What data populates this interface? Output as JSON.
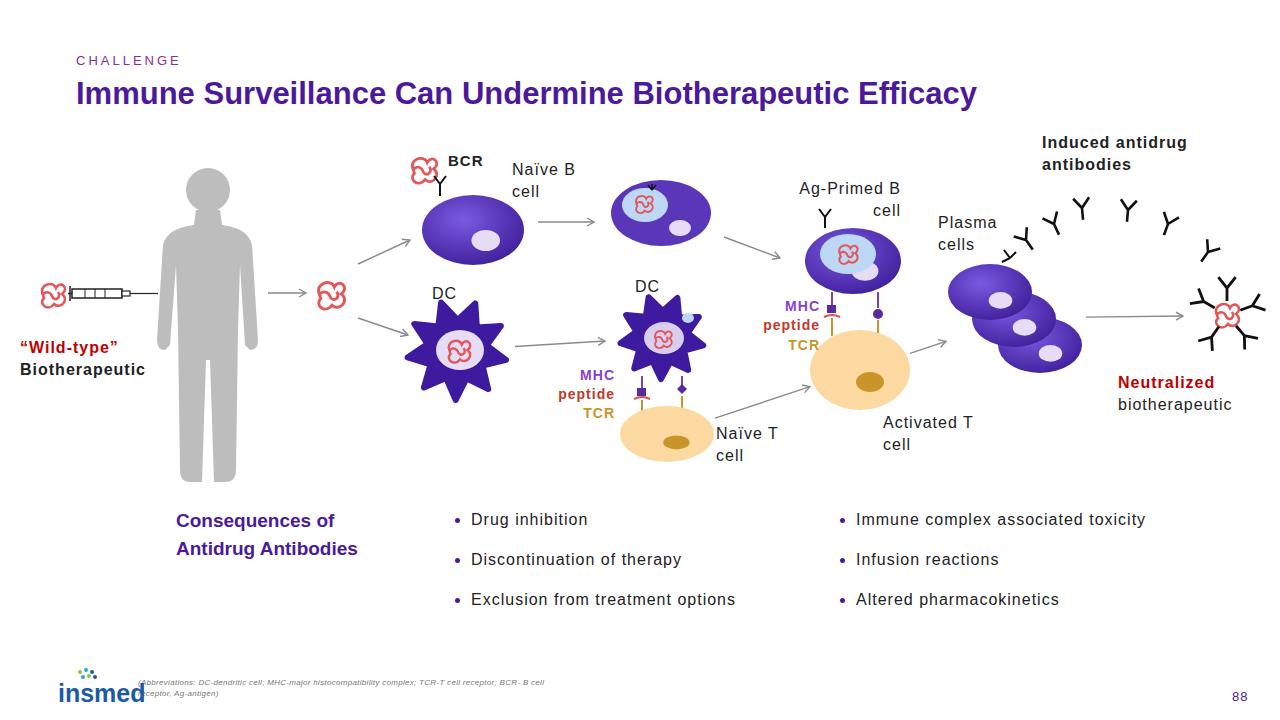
{
  "diagram": {
    "title": "Immune Surveillance Can Undermine Biotherapeutic Efficacy",
    "nodes": [
      {
        "text": [
          "“Wild-type”",
          "Biotherapeutic"
        ]
      },
      {
        "text": [
          "Naïve B cell"
        ]
      },
      {
        "text": [
          "DC"
        ]
      },
      {
        "text": [
          "DC"
        ]
      },
      {
        "text": [
          "Naïve T cell"
        ]
      },
      {
        "text": [
          "Ag-Primed B cell"
        ]
      },
      {
        "text": [
          "Activated T cell"
        ]
      },
      {
        "text": [
          "Plasma cells"
        ]
      },
      {
        "text": [
          "Neutralized",
          "biotherapeutic"
        ]
      }
    ],
    "edges": [
      {
        "from": 2,
        "to": 3,
        "arrow": "to"
      },
      {
        "from": 4,
        "to": 6,
        "arrow": "to"
      },
      {
        "from": 6,
        "to": 7,
        "arrow": "to"
      },
      {
        "from": 7,
        "to": 8,
        "arrow": "to"
      }
    ],
    "labels": [
      "CHALLENGE",
      "BCR",
      "MHC",
      "peptide",
      "TCR",
      "MHC",
      "peptide",
      "TCR",
      "Induced antidrug antibodies",
      "Consequences of Antidrug Antibodies",
      "Drug inhibition",
      "Discontinuation of therapy",
      "Exclusion from treatment options",
      "Immune complex associated toxicity",
      "Infusion reactions",
      "Altered pharmacokinetics",
      "(Abbreviations: DC-dendritic cell; MHC-major histocompatibility complex; TCR-T cell receptor; BCR- B cell receptor, Ag-antigen)",
      "insmed",
      "88"
    ]
  }
}
